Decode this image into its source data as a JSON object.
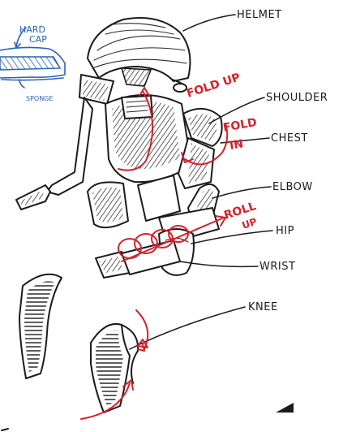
{
  "labels": {
    "helmet": "HELMET",
    "shoulder": "SHOULDER",
    "chest": "CHEST",
    "elbow": "ELBOW",
    "hip": "HIP",
    "wrist": "WRIST",
    "knee": "KNEE"
  },
  "annotations": {
    "fold_up_1": "FOLD UP",
    "fold_in_1": "FOLD",
    "fold_in_2": "IN",
    "roll_up_1": "ROLL",
    "roll_up_2": "UP"
  },
  "detail": {
    "hard_cap_1": "HARD",
    "hard_cap_2": "CAP",
    "sponge": "SPONGE"
  },
  "colors": {
    "ink": "#1b1b1b",
    "red_annotation": "#d8202a",
    "blue_detail": "#2b62b8"
  }
}
